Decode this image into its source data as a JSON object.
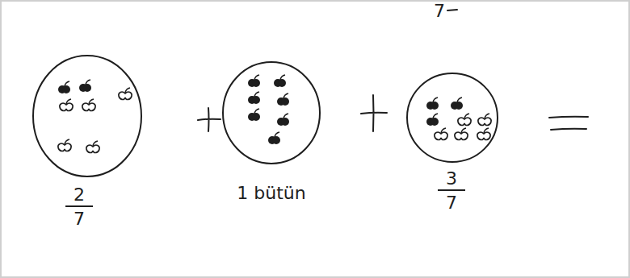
{
  "diagram": {
    "nodes": [
      {
        "text": [
          "2",
          "7"
        ]
      },
      {
        "text": [
          "1 bütün"
        ]
      },
      {
        "text": [
          "3",
          "7"
        ]
      }
    ],
    "labels": [
      "7"
    ]
  }
}
